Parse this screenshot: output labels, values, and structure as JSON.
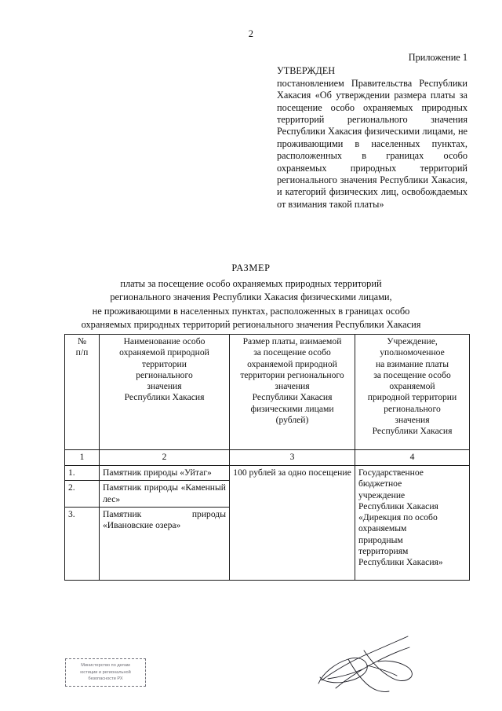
{
  "document": {
    "page_number": "2",
    "language": "ru"
  },
  "approval": {
    "appendix_label": "Приложение 1",
    "approved_word": "УТВЕРЖДЕН",
    "body": "постановлением Правительства Республики Хакасия «Об утверждении размера платы за посещение особо охраняемых природных территорий регионального значения Республики Хакасия физическими лицами, не проживающими в населенных пунктах, расположенных в границах особо охраняемых природных территорий регионального значения Республики Хакасия, и категорий физических лиц, освобождаемых от взимания такой платы»"
  },
  "title": {
    "heading": "РАЗМЕР",
    "lines": [
      "платы за посещение особо охраняемых природных территорий",
      "регионального значения Республики Хакасия физическими лицами,",
      "не проживающими в населенных пунктах, расположенных в границах особо",
      "охраняемых природных территорий регионального значения Республики Хакасия"
    ]
  },
  "table": {
    "headers": [
      "№\nп/п",
      "Наименование особо охраняемой природной территории регионального значения Республики Хакасия",
      "Размер платы, взимаемой за посещение особо охраняемой природной территории регионального значения Республики Хакасия физическими лицами (рублей)",
      "Учреждение, уполномоченное на взимание платы за посещение особо охраняемой природной территории регионального значения Республики Хакасия"
    ],
    "header_col1_line1": "№",
    "header_col1_line2": "п/п",
    "header_col2_lines": [
      "Наименование особо",
      "охраняемой природной",
      "территории",
      "регионального",
      "значения",
      "Республики Хакасия"
    ],
    "header_col3_lines": [
      "Размер платы, взимаемой",
      "за посещение особо",
      "охраняемой природной",
      "территории регионального",
      "значения",
      "Республики Хакасия",
      "физическими лицами",
      "(рублей)"
    ],
    "header_col4_lines": [
      "Учреждение,",
      "уполномоченное",
      "на взимание платы",
      "за посещение особо",
      "охраняемой",
      "природной территории",
      "регионального",
      "значения",
      "Республики Хакасия"
    ],
    "column_numbers": [
      "1",
      "2",
      "3",
      "4"
    ],
    "rows": [
      {
        "index": "1.",
        "name": "Памятник природы «Уйтаг»"
      },
      {
        "index": "2.",
        "name": "Памятник природы «Каменный лес»"
      },
      {
        "index": "3.",
        "name": "Памятник природы «Ивановские озера»"
      }
    ],
    "fee_value": "100 рублей за одно посещение",
    "organization_lines": [
      "Государственное",
      "бюджетное",
      "учреждение",
      "Республики Хакасия",
      "«Дирекция по особо",
      "охраняемым",
      "природным",
      "территориям",
      "Республики Хакасия»"
    ]
  },
  "stamp": {
    "line1": "Министерство по делам",
    "line2": "юстиции и региональной",
    "line3": "безопасности РХ"
  },
  "colors": {
    "text": "#101010",
    "rule": "#1b1b1b",
    "stamp_ink": "#5a5a63",
    "background": "#ffffff"
  }
}
